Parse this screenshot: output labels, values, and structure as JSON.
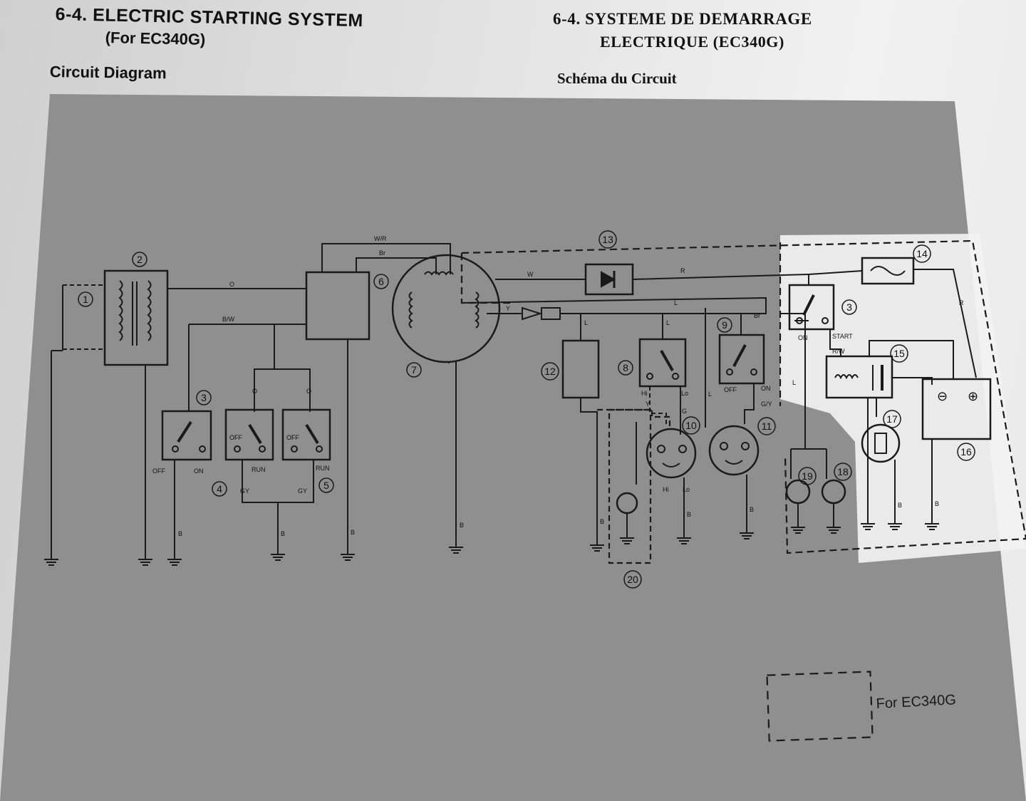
{
  "header": {
    "title_en": "6-4.  ELECTRIC STARTING SYSTEM",
    "subtitle_en": "(For EC340G)",
    "section_en": "Circuit Diagram",
    "title_fr": "6-4.  SYSTEME DE DEMARRAGE",
    "subtitle_fr": "ELECTRIQUE (EC340G)",
    "section_fr": "Schéma du Circuit"
  },
  "diagram": {
    "component_numbers": [
      "1",
      "2",
      "3",
      "4",
      "5",
      "6",
      "7",
      "8",
      "9",
      "10",
      "11",
      "12",
      "13",
      "14",
      "15",
      "16",
      "17",
      "18",
      "19",
      "20"
    ],
    "switch_positions": {
      "off": "OFF",
      "on": "ON",
      "run": "RUN",
      "start": "START",
      "hi": "Hi",
      "lo": "Lo"
    },
    "wire_colors": {
      "w_r": "W/R",
      "br": "Br",
      "o": "O",
      "b_w": "B/W",
      "w": "W",
      "r": "R",
      "y": "Y",
      "l": "L",
      "g": "G",
      "g_y": "G/Y",
      "gy": "GY",
      "b": "B",
      "r_w": "R/W"
    },
    "battery_terminals": {
      "neg": "⊖",
      "pos": "⊕"
    },
    "legend_label": "For EC340G"
  }
}
